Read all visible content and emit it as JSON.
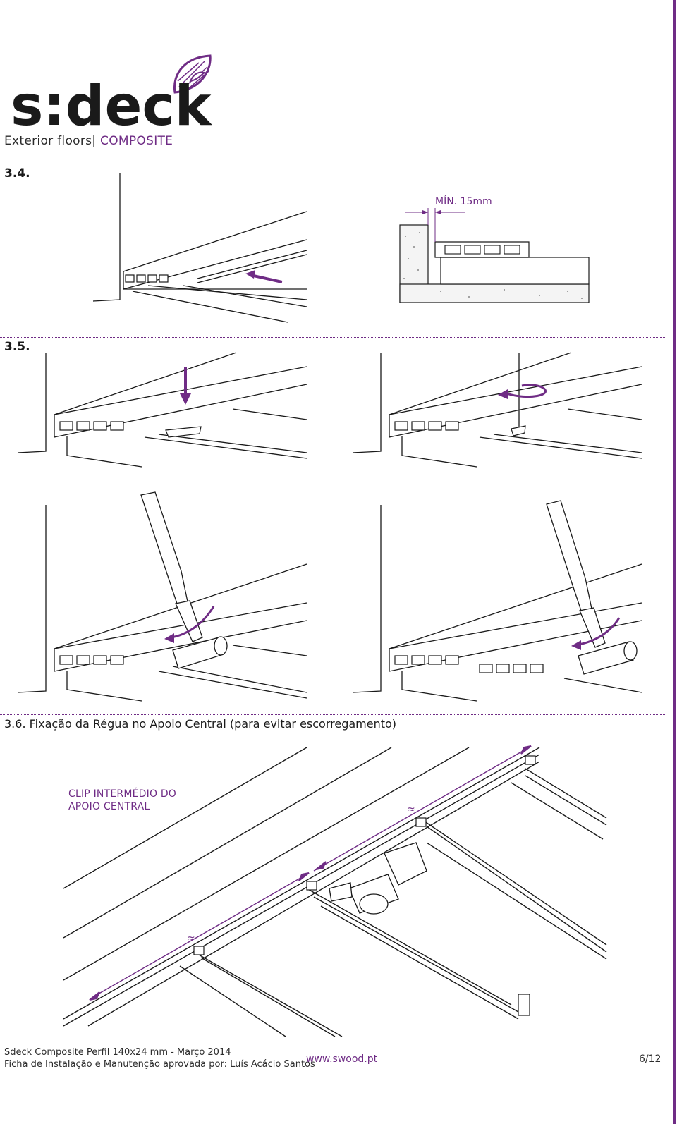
{
  "brand": {
    "logo_text": "s:deck",
    "tagline_part1": "Exterior floors|",
    "tagline_part2": "COMPOSITE",
    "accent": "#6f2c85"
  },
  "sections": {
    "s34": "3.4.",
    "s35": "3.5.",
    "s36": "3.6. Fixação da Régua no Apoio Central (para evitar escorregamento)"
  },
  "annotations": {
    "min_gap": "MÍN. 15mm",
    "clip_label_line1": "CLIP INTERMÉDIO DO",
    "clip_label_line2": "APOIO CENTRAL",
    "approx": "≈"
  },
  "footer": {
    "line1": "Sdeck Composite Perfil 140x24 mm - Março 2014",
    "line2": "Ficha de Instalação e Manutenção aprovada por: Luís Acácio Santos",
    "url": "www.swood.pt",
    "page": "6/12"
  }
}
